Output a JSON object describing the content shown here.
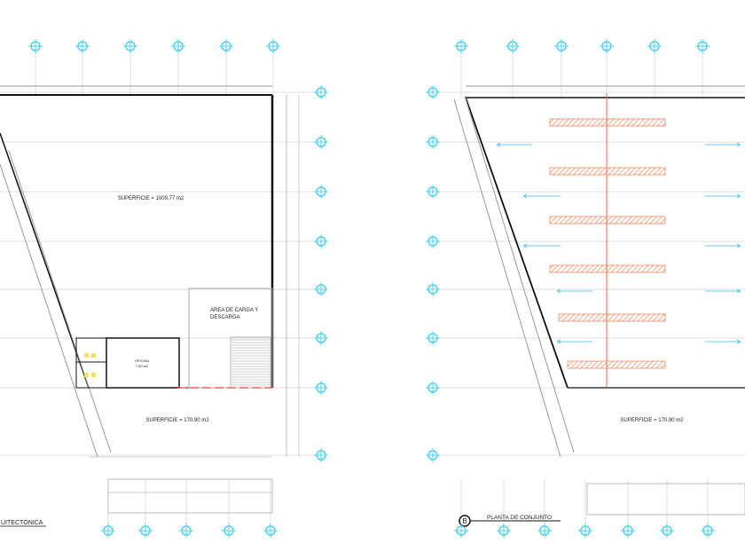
{
  "colors": {
    "grid_bubble": "#4fd0f0",
    "wall": "#111111",
    "door": "#e84040",
    "hatch": "#f08a60",
    "arrow": "#6cc8ee",
    "axis": "#f06a40"
  },
  "left_plan": {
    "area_upper": "SUPERFICIE = 1009.77 m2",
    "loading_area_line1": "AREA DE CARGA Y",
    "loading_area_line2": "DESCARGA",
    "office_line1": "OFICINA",
    "office_line2": "7.00 m2",
    "area_lower": "SUPERFICIE = 170.90 m2",
    "title": "UITECTÓNICA"
  },
  "right_plan": {
    "area_lower": "SUPERFICIE = 170.90 m2",
    "marker": "B",
    "title": "PLANTA DE CONJUNTO"
  }
}
